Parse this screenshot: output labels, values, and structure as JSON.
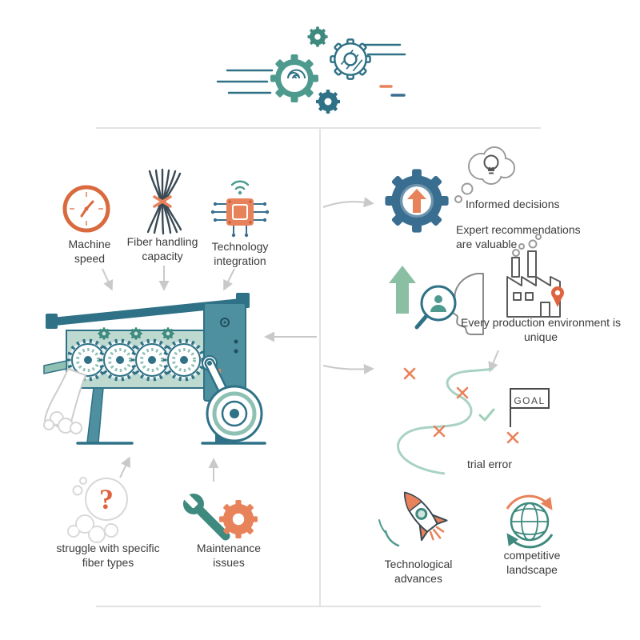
{
  "header_icon": "speeding-gears-icon",
  "left_panel": {
    "factors": [
      {
        "icon": "clock-icon",
        "label": "Machine speed"
      },
      {
        "icon": "fiber-bundle-icon",
        "label": "Fiber handling capacity"
      },
      {
        "icon": "circuit-chip-icon",
        "label": "Technology integration"
      }
    ],
    "machine_icon": "carding-machine-illustration",
    "issues": [
      {
        "icon": "question-cloud-icon",
        "label": "struggle with specific fiber types"
      },
      {
        "icon": "wrench-gear-icon",
        "label": "Maintenance issues"
      }
    ]
  },
  "right_panel": {
    "decisions": {
      "icon": "gear-up-arrow-icon",
      "secondary_icon": "lightbulb-thought-icon",
      "title": "Informed decisions",
      "subtitle": "Expert recommendations are valuable"
    },
    "environment": {
      "icons": [
        "growth-arrow-icon",
        "magnifier-person-icon",
        "factory-icon"
      ],
      "label": "Every production environment is unique"
    },
    "journey": {
      "icon": "trial-error-path",
      "goal_flag": "GOAL",
      "label": "trial error"
    },
    "drivers": [
      {
        "icon": "rocket-icon",
        "label": "Technological advances"
      },
      {
        "icon": "globe-cycle-icon",
        "label": "competitive landscape"
      }
    ]
  },
  "colors": {
    "teal": "#4f9a8e",
    "dark_teal": "#2f7186",
    "orange": "#e8825a",
    "blue": "#3a6e91",
    "green": "#8bbfa3",
    "divider": "#e2e2e2",
    "text": "#3b3b3b"
  }
}
